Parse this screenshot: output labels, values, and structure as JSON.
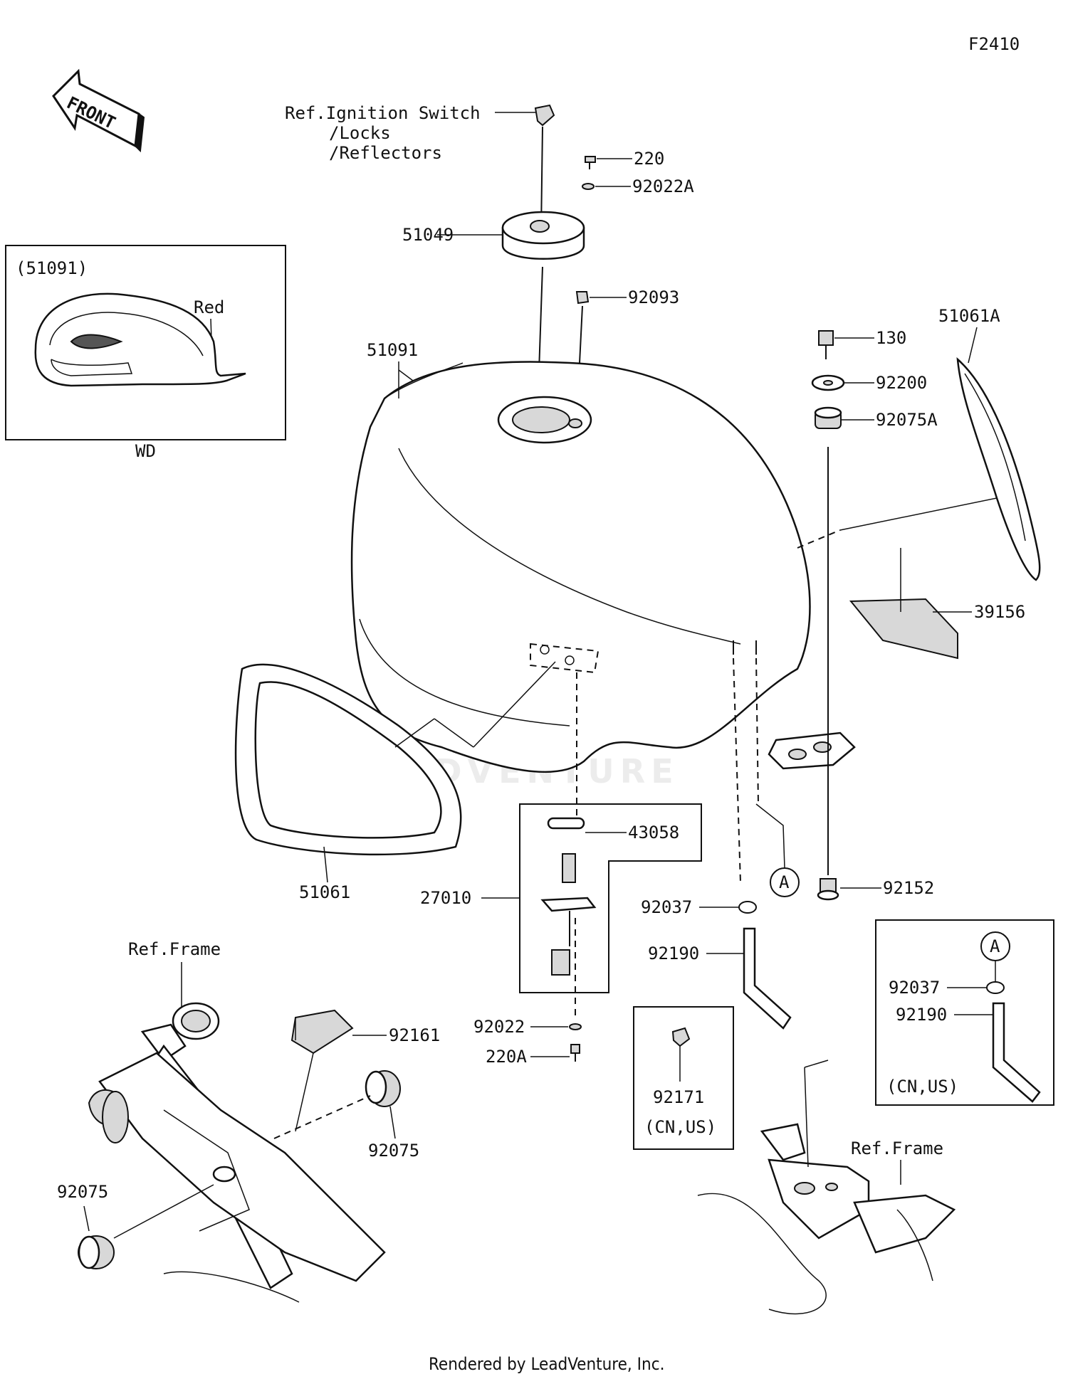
{
  "diagram_code": "F2410",
  "front_label": "FRONT",
  "footer": "Rendered by LeadVenture, Inc.",
  "watermark": "LEADVENTURE",
  "inset_wd": {
    "ref": "(51091)",
    "color_label": "Red",
    "caption": "WD"
  },
  "inset_a": {
    "marker": "A",
    "part1": "92037",
    "part2": "92190",
    "note": "(CN,US)"
  },
  "inset_92171": {
    "part": "92171",
    "note": "(CN,US)"
  },
  "ref_ignition": [
    "Ref.Ignition Switch",
    "/Locks",
    "/Reflectors"
  ],
  "ref_frame_left": "Ref.Frame",
  "ref_frame_right": "Ref.Frame",
  "marker_a": "A",
  "parts": {
    "p220": "220",
    "p92022A": "92022A",
    "p51049": "51049",
    "p92093": "92093",
    "p51091": "51091",
    "p130": "130",
    "p92200": "92200",
    "p92075A": "92075A",
    "p51061A": "51061A",
    "p39156": "39156",
    "p43058": "43058",
    "p27010": "27010",
    "p51061": "51061",
    "p92152": "92152",
    "p92037": "92037",
    "p92190": "92190",
    "p92022": "92022",
    "p220A": "220A",
    "p92161": "92161",
    "p92075_r": "92075",
    "p92075_l": "92075"
  }
}
